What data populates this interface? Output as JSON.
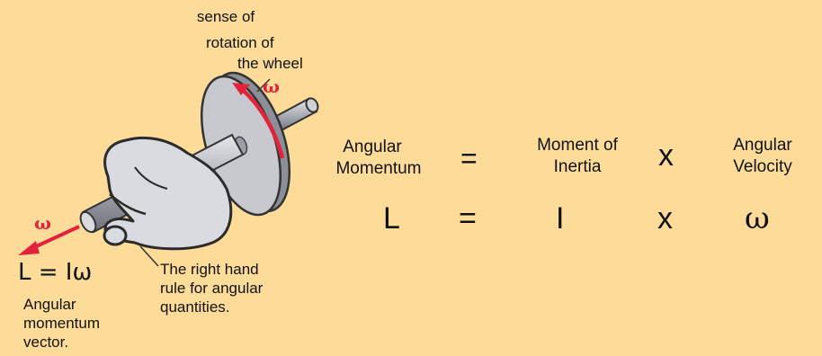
{
  "annotations": {
    "sense_of_rotation": [
      "sense of",
      "rotation of",
      "the wheel"
    ],
    "omega_wheel": "ω",
    "omega_axle": "ω",
    "vector_formula": "L = Iω",
    "vector_caption": [
      "Angular",
      "momentum",
      "vector."
    ],
    "hand_caption": [
      "The right hand",
      "rule for angular",
      "quantities."
    ]
  },
  "equation_words": {
    "lhs": [
      "Angular",
      "Momentum"
    ],
    "equals": "=",
    "middle": [
      "Moment of",
      "Inertia"
    ],
    "times": "x",
    "rhs": [
      "Angular",
      "Velocity"
    ]
  },
  "equation_symbols": {
    "lhs": "L",
    "equals": "=",
    "middle": "I",
    "times": "x",
    "rhs": "ω"
  },
  "colors": {
    "background": "#fddc9a",
    "accent_red": "#e2223b",
    "metal": "#b9bcc4"
  }
}
